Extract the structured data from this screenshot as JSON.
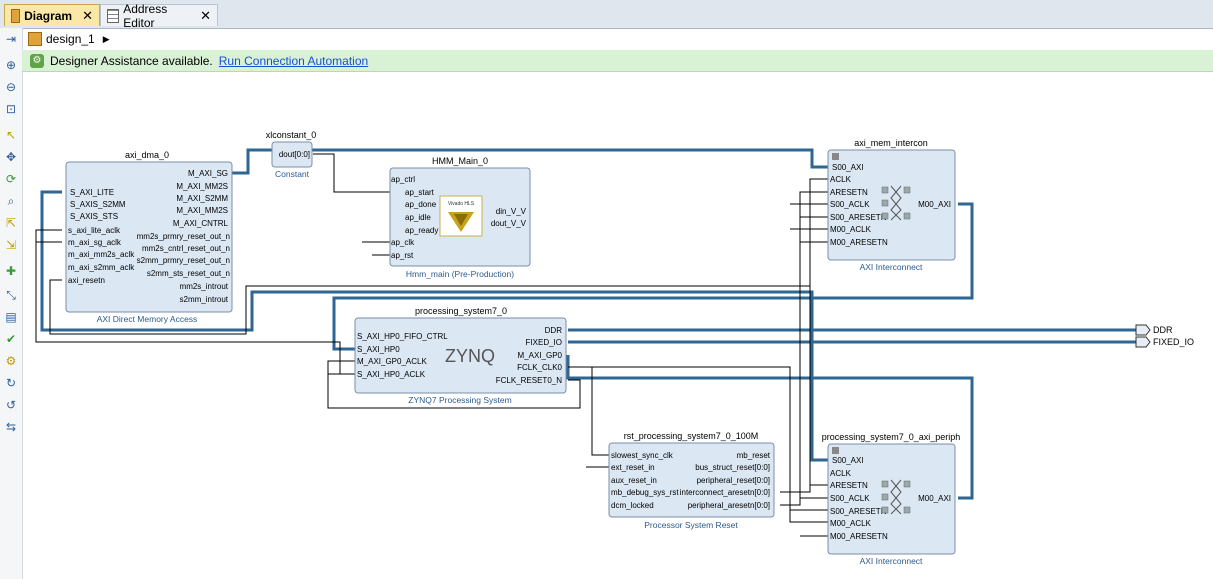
{
  "tabs": [
    {
      "label": "Diagram",
      "close": "✕"
    },
    {
      "label": "Address Editor",
      "close": "✕"
    }
  ],
  "breadcrumb": {
    "label": "design_1",
    "arrow": "▶"
  },
  "toolbar": {
    "icons": [
      "fit-icon",
      "zoom-in-icon",
      "zoom-out-icon",
      "zoom-fit-icon",
      "select-icon",
      "move-icon",
      "refresh-icon",
      "search-icon",
      "expand-icon",
      "collapse-icon",
      "add-ip-icon",
      "connect-icon",
      "layout-icon",
      "validate-icon",
      "settings-icon",
      "regenerate-icon",
      "rotate-icon",
      "swap-icon"
    ]
  },
  "assistance": {
    "message": "Designer Assistance available.",
    "link": "Run Connection Automation"
  },
  "blocks": {
    "axi_dma": {
      "instance": "axi_dma_0",
      "subtitle": "AXI Direct Memory Access",
      "left_ports": [
        "S_AXI_LITE",
        "S_AXIS_S2MM",
        "S_AXIS_STS",
        "s_axi_lite_aclk",
        "m_axi_sg_aclk",
        "m_axi_mm2s_aclk",
        "m_axi_s2mm_aclk",
        "axi_resetn"
      ],
      "right_ports": [
        "M_AXI_SG",
        "M_AXI_MM2S",
        "M_AXI_S2MM",
        "M_AXI_MM2S",
        "M_AXI_CNTRL",
        "mm2s_prmry_reset_out_n",
        "mm2s_cntrl_reset_out_n",
        "s2mm_prmry_reset_out_n",
        "s2mm_sts_reset_out_n",
        "mm2s_introut",
        "s2mm_introut"
      ]
    },
    "xlconstant": {
      "instance": "xlconstant_0",
      "port": "dout[0:0]",
      "subtitle": "Constant"
    },
    "hmm": {
      "instance": "HMM_Main_0",
      "subtitle": "Hmm_main (Pre-Production)",
      "left_ports": [
        "ap_ctrl",
        "ap_start",
        "ap_done",
        "ap_idle",
        "ap_ready",
        "ap_clk",
        "ap_rst"
      ],
      "right_ports": [
        "din_V_V",
        "dout_V_V"
      ],
      "logo": "Vivado HLS"
    },
    "ps7": {
      "instance": "processing_system7_0",
      "subtitle": "ZYNQ7 Processing System",
      "logo": "ZYNQ",
      "left_ports": [
        "S_AXI_HP0_FIFO_CTRL",
        "S_AXI_HP0",
        "M_AXI_GP0_ACLK",
        "S_AXI_HP0_ACLK"
      ],
      "right_ports": [
        "DDR",
        "FIXED_IO",
        "M_AXI_GP0",
        "FCLK_CLK0",
        "FCLK_RESET0_N"
      ]
    },
    "rst": {
      "instance": "rst_processing_system7_0_100M",
      "subtitle": "Processor System Reset",
      "left_ports": [
        "slowest_sync_clk",
        "ext_reset_in",
        "aux_reset_in",
        "mb_debug_sys_rst",
        "dcm_locked"
      ],
      "right_ports": [
        "mb_reset",
        "bus_struct_reset[0:0]",
        "peripheral_reset[0:0]",
        "interconnect_aresetn[0:0]",
        "peripheral_aresetn[0:0]"
      ]
    },
    "mem_intercon": {
      "instance": "axi_mem_intercon",
      "subtitle": "AXI Interconnect",
      "left_ports": [
        "S00_AXI",
        "ACLK",
        "ARESETN",
        "S00_ACLK",
        "S00_ARESETN",
        "M00_ACLK",
        "M00_ARESETN"
      ],
      "right_ports": [
        "M00_AXI"
      ]
    },
    "periph": {
      "instance": "processing_system7_0_axi_periph",
      "subtitle": "AXI Interconnect",
      "left_ports": [
        "S00_AXI",
        "ACLK",
        "ARESETN",
        "S00_ACLK",
        "S00_ARESETN",
        "M00_ACLK",
        "M00_ARESETN"
      ],
      "right_ports": [
        "M00_AXI"
      ]
    }
  },
  "external_ports": [
    "DDR",
    "FIXED_IO"
  ]
}
